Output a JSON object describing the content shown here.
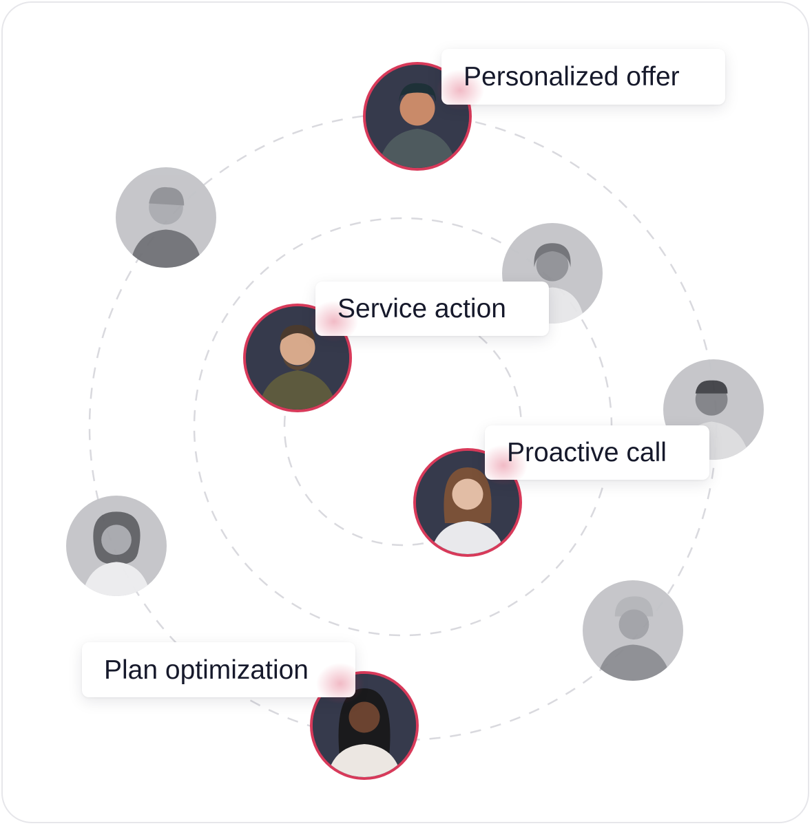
{
  "actions": {
    "personalized_offer": "Personalized offer",
    "service_action": "Service action",
    "proactive_call": "Proactive call",
    "plan_optimization": "Plan optimization"
  },
  "colors": {
    "accent": "#d83a5a",
    "active_bg": "#363a4c",
    "inactive_bg": "#c3c4c8",
    "ring": "#d9d9de",
    "text": "#16192b"
  },
  "icons": [
    "person-avatar-icon"
  ]
}
